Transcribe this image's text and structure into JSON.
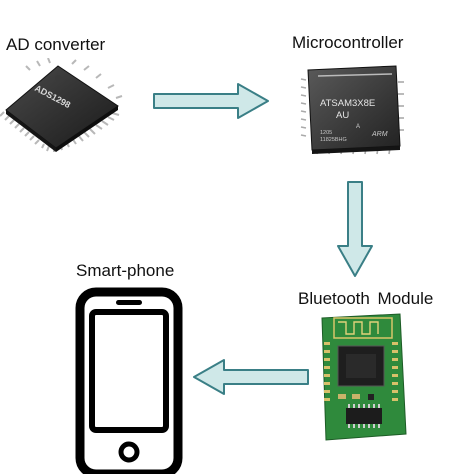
{
  "diagram": {
    "nodes": {
      "adc": {
        "label": "AD converter",
        "chip_marking": "ADS1298"
      },
      "mcu": {
        "label": "Microcontroller",
        "chip_line1": "ATSAM3X8E",
        "chip_line2": "AU",
        "chip_line3": "A",
        "chip_code1": "1205",
        "chip_code2": "11825BHG",
        "chip_brand": "ARM"
      },
      "bluetooth": {
        "label": "Bluetooth Module"
      },
      "phone": {
        "label": "Smart-phone"
      }
    },
    "edges": [
      {
        "from": "adc",
        "to": "mcu",
        "direction": "right"
      },
      {
        "from": "mcu",
        "to": "bluetooth",
        "direction": "down"
      },
      {
        "from": "bluetooth",
        "to": "phone",
        "direction": "left"
      }
    ],
    "colors": {
      "arrow_fill": "#cfe8e8",
      "arrow_stroke": "#3a7f86",
      "chip_body": "#2b2b2b",
      "pcb_green": "#2f8a3c"
    }
  }
}
